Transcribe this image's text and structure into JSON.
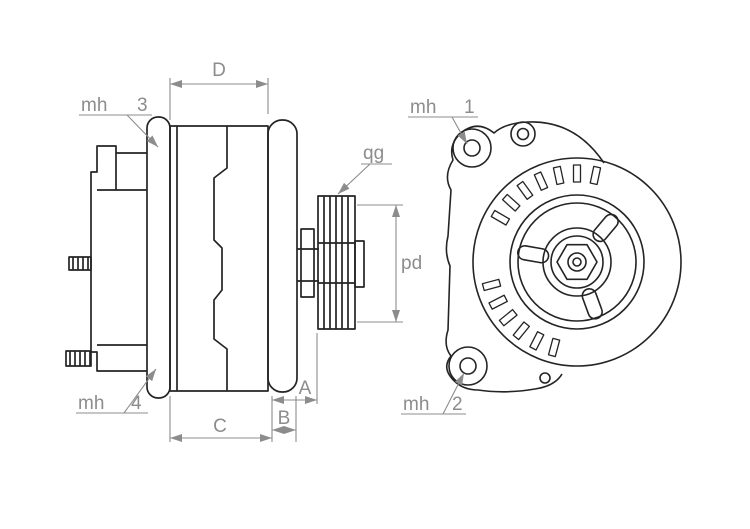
{
  "colors": {
    "background": "#ffffff",
    "part_line": "#242424",
    "dimension": "#8c8c8c"
  },
  "side_view": {
    "dims": {
      "D": "D",
      "A": "A",
      "B": "B",
      "C": "C",
      "pd": "pd",
      "qg": "qg"
    },
    "callouts": {
      "mh3": {
        "prefix": "mh",
        "number": "3"
      },
      "mh4": {
        "prefix": "mh",
        "number": "4"
      }
    }
  },
  "front_view": {
    "callouts": {
      "mh1": {
        "prefix": "mh",
        "number": "1"
      },
      "mh2": {
        "prefix": "mh",
        "number": "2"
      }
    }
  }
}
